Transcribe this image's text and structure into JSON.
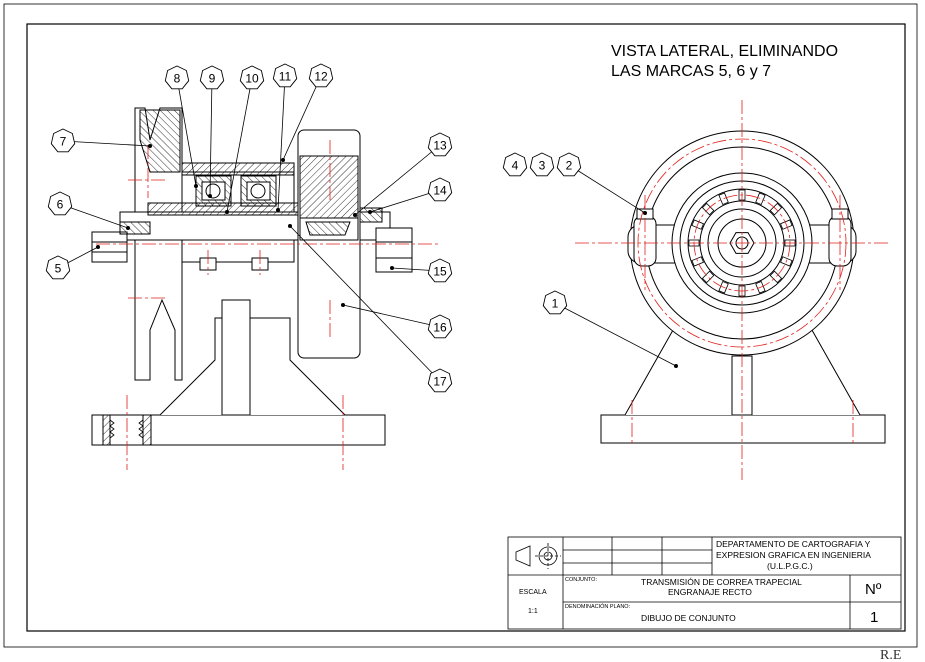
{
  "view_title": {
    "line1": "VISTA LATERAL, ELIMINANDO",
    "line2": "LAS MARCAS 5, 6 y 7"
  },
  "balloons": [
    "7",
    "6",
    "5",
    "8",
    "9",
    "10",
    "11",
    "12",
    "13",
    "14",
    "15",
    "16",
    "17",
    "4",
    "3",
    "2",
    "1"
  ],
  "title_block": {
    "department_line1": "DEPARTAMENTO DE CARTOGRAFIA Y",
    "department_line2": "EXPRESION GRAFICA EN INGENIERIA",
    "department_line3": "(U.L.P.G.C.)",
    "scale_label": "ESCALA",
    "scale_value": "1:1",
    "assembly_label": "CONJUNTO:",
    "assembly_line1": "TRANSMISIÓN DE CORREA TRAPECIAL",
    "assembly_line2": "ENGRANAJE RECTO",
    "plan_label": "DENOMINACIÓN PLANO:",
    "plan_name": "DIBUJO DE CONJUNTO",
    "number_label": "Nº",
    "number_value": "1"
  },
  "signature": "R.E",
  "colors": {
    "line": "#000000",
    "centerline": "#e0201c"
  }
}
